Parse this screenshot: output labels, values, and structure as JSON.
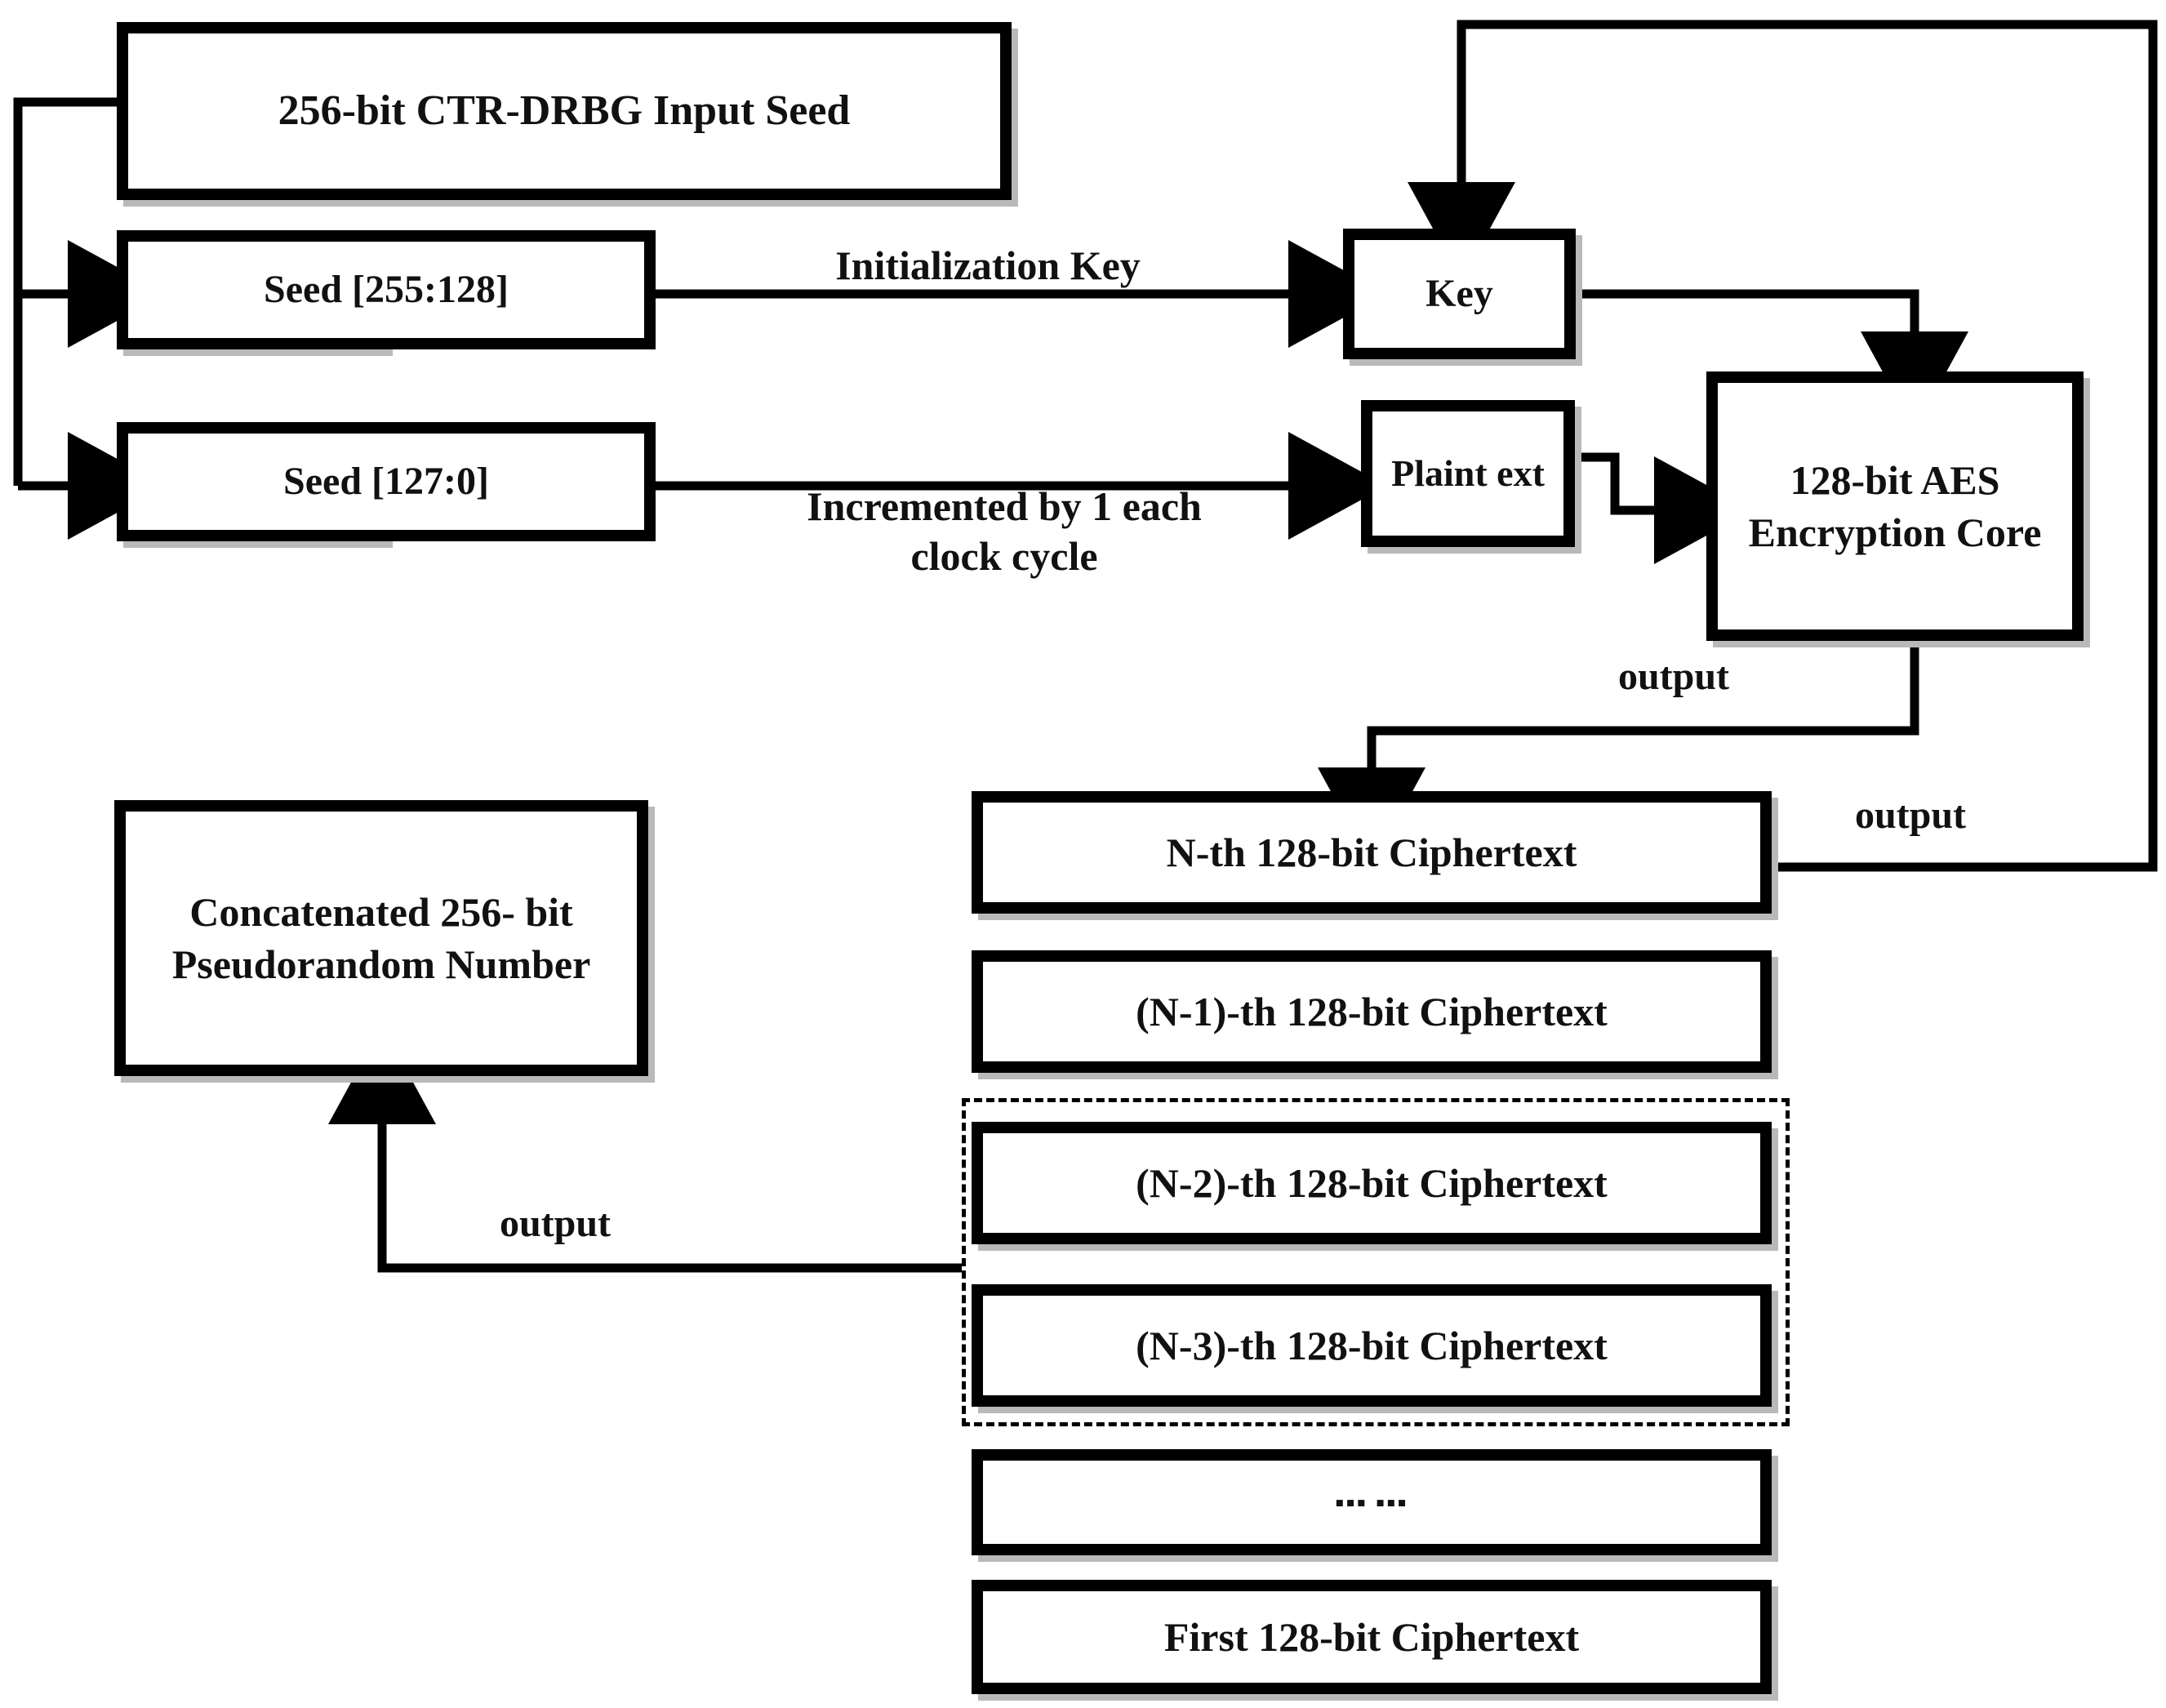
{
  "diagram": {
    "title": "CTR-DRBG pseudorandom number generation block diagram",
    "ink_color": "#000000",
    "paper_color": "#ffffff"
  },
  "nodes": {
    "input_seed": {
      "label": "256-bit CTR-DRBG Input Seed"
    },
    "seed_high": {
      "label": "Seed [255:128]"
    },
    "seed_low": {
      "label": "Seed [127:0]"
    },
    "key": {
      "label": "Key"
    },
    "plaintext": {
      "label": "Plaint\next"
    },
    "aes_core": {
      "label": "128-bit AES\nEncryption\nCore"
    },
    "concat": {
      "label": "Concatenated 256-\nbit Pseudorandom\nNumber"
    },
    "ct_n": {
      "label": "N-th 128-bit Ciphertext"
    },
    "ct_n1": {
      "label": "(N-1)-th 128-bit Ciphertext"
    },
    "ct_n2": {
      "label": "(N-2)-th 128-bit Ciphertext"
    },
    "ct_n3": {
      "label": "(N-3)-th 128-bit Ciphertext"
    },
    "ct_ellipsis": {
      "label": "▪▪▪ ▪▪▪"
    },
    "ct_first": {
      "label": "First 128-bit Ciphertext"
    }
  },
  "wire_labels": {
    "init_key": "Initialization Key",
    "increment": "Incremented by 1 each\nclock cycle",
    "output_aes": "output",
    "output_feedback": "output",
    "output_concat": "output"
  }
}
